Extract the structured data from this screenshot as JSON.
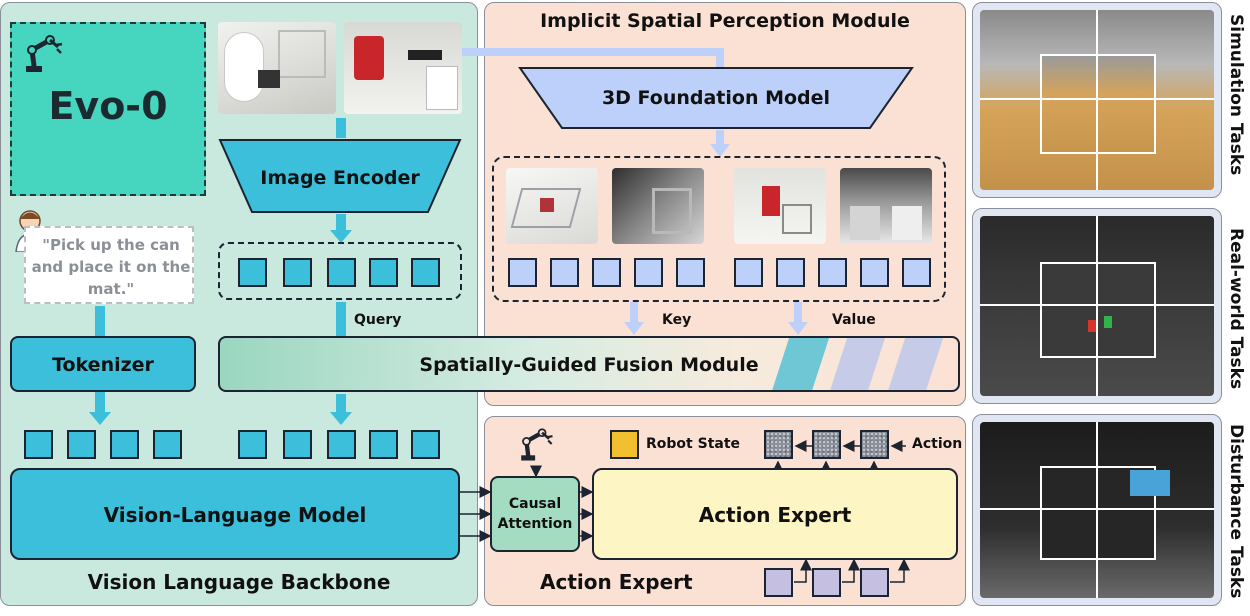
{
  "colors": {
    "vl_panel": "#c9e9df",
    "spatial_panel": "#fbe1d4",
    "action_panel": "#fbe1d4",
    "token_blue": "#3bbfda",
    "token_lavender": "#bcd0f9",
    "token_purple": "#c5bfe1",
    "robot_state": "#f2bf2f",
    "action_expert_box": "#fdf5c4",
    "causal_box": "#a4dcc2",
    "fusion_start": "#9ad6c0",
    "fusion_end": "#fbe1d4"
  },
  "logo": {
    "text": "Evo-0",
    "icon": "robot-arm-icon"
  },
  "prompt": {
    "text": "\"Pick up the can and place it on the mat.\"",
    "icon": "person-icon"
  },
  "vl_backbone": {
    "title": "Vision Language Backbone",
    "image_encoder": "Image Encoder",
    "tokenizer": "Tokenizer",
    "vlm": "Vision-Language Model",
    "query_label": "Query"
  },
  "spatial": {
    "title": "Implicit Spatial Perception Module",
    "foundation_model": "3D Foundation Model",
    "key_label": "Key",
    "value_label": "Value"
  },
  "fusion": {
    "label": "Spatially-Guided Fusion Module"
  },
  "action": {
    "title": "Action Expert",
    "expert_box": "Action Expert",
    "causal_line1": "Causal",
    "causal_line2": "Attention",
    "robot_state": "Robot State",
    "action_label": "Action",
    "icon": "robot-arm-icon"
  },
  "tasks": [
    {
      "label": "Simulation Tasks"
    },
    {
      "label": "Real-world Tasks"
    },
    {
      "label": "Disturbance Tasks"
    }
  ]
}
